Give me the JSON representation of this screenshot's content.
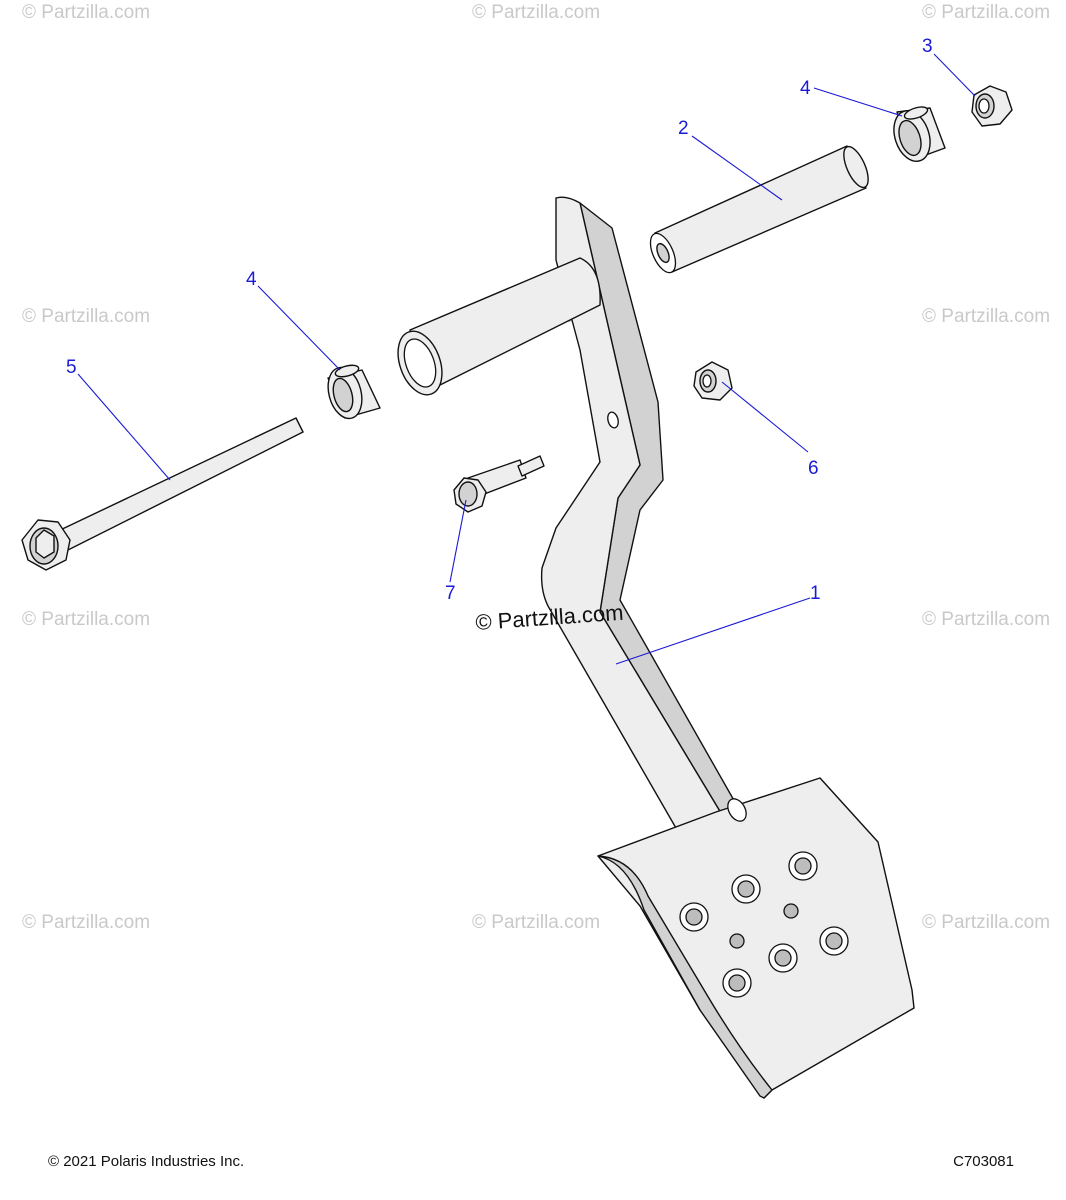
{
  "watermark": "© Partzilla.com",
  "callouts": {
    "c1": "1",
    "c2": "2",
    "c3": "3",
    "c4a": "4",
    "c4b": "4",
    "c5": "5",
    "c6": "6",
    "c7": "7"
  },
  "footer": {
    "copyright": "© 2021 Polaris Industries Inc.",
    "drawing_number": "C703081"
  },
  "colors": {
    "callout": "#1a1ad6",
    "line": "#111111",
    "watermark": "#c9c9c9"
  }
}
